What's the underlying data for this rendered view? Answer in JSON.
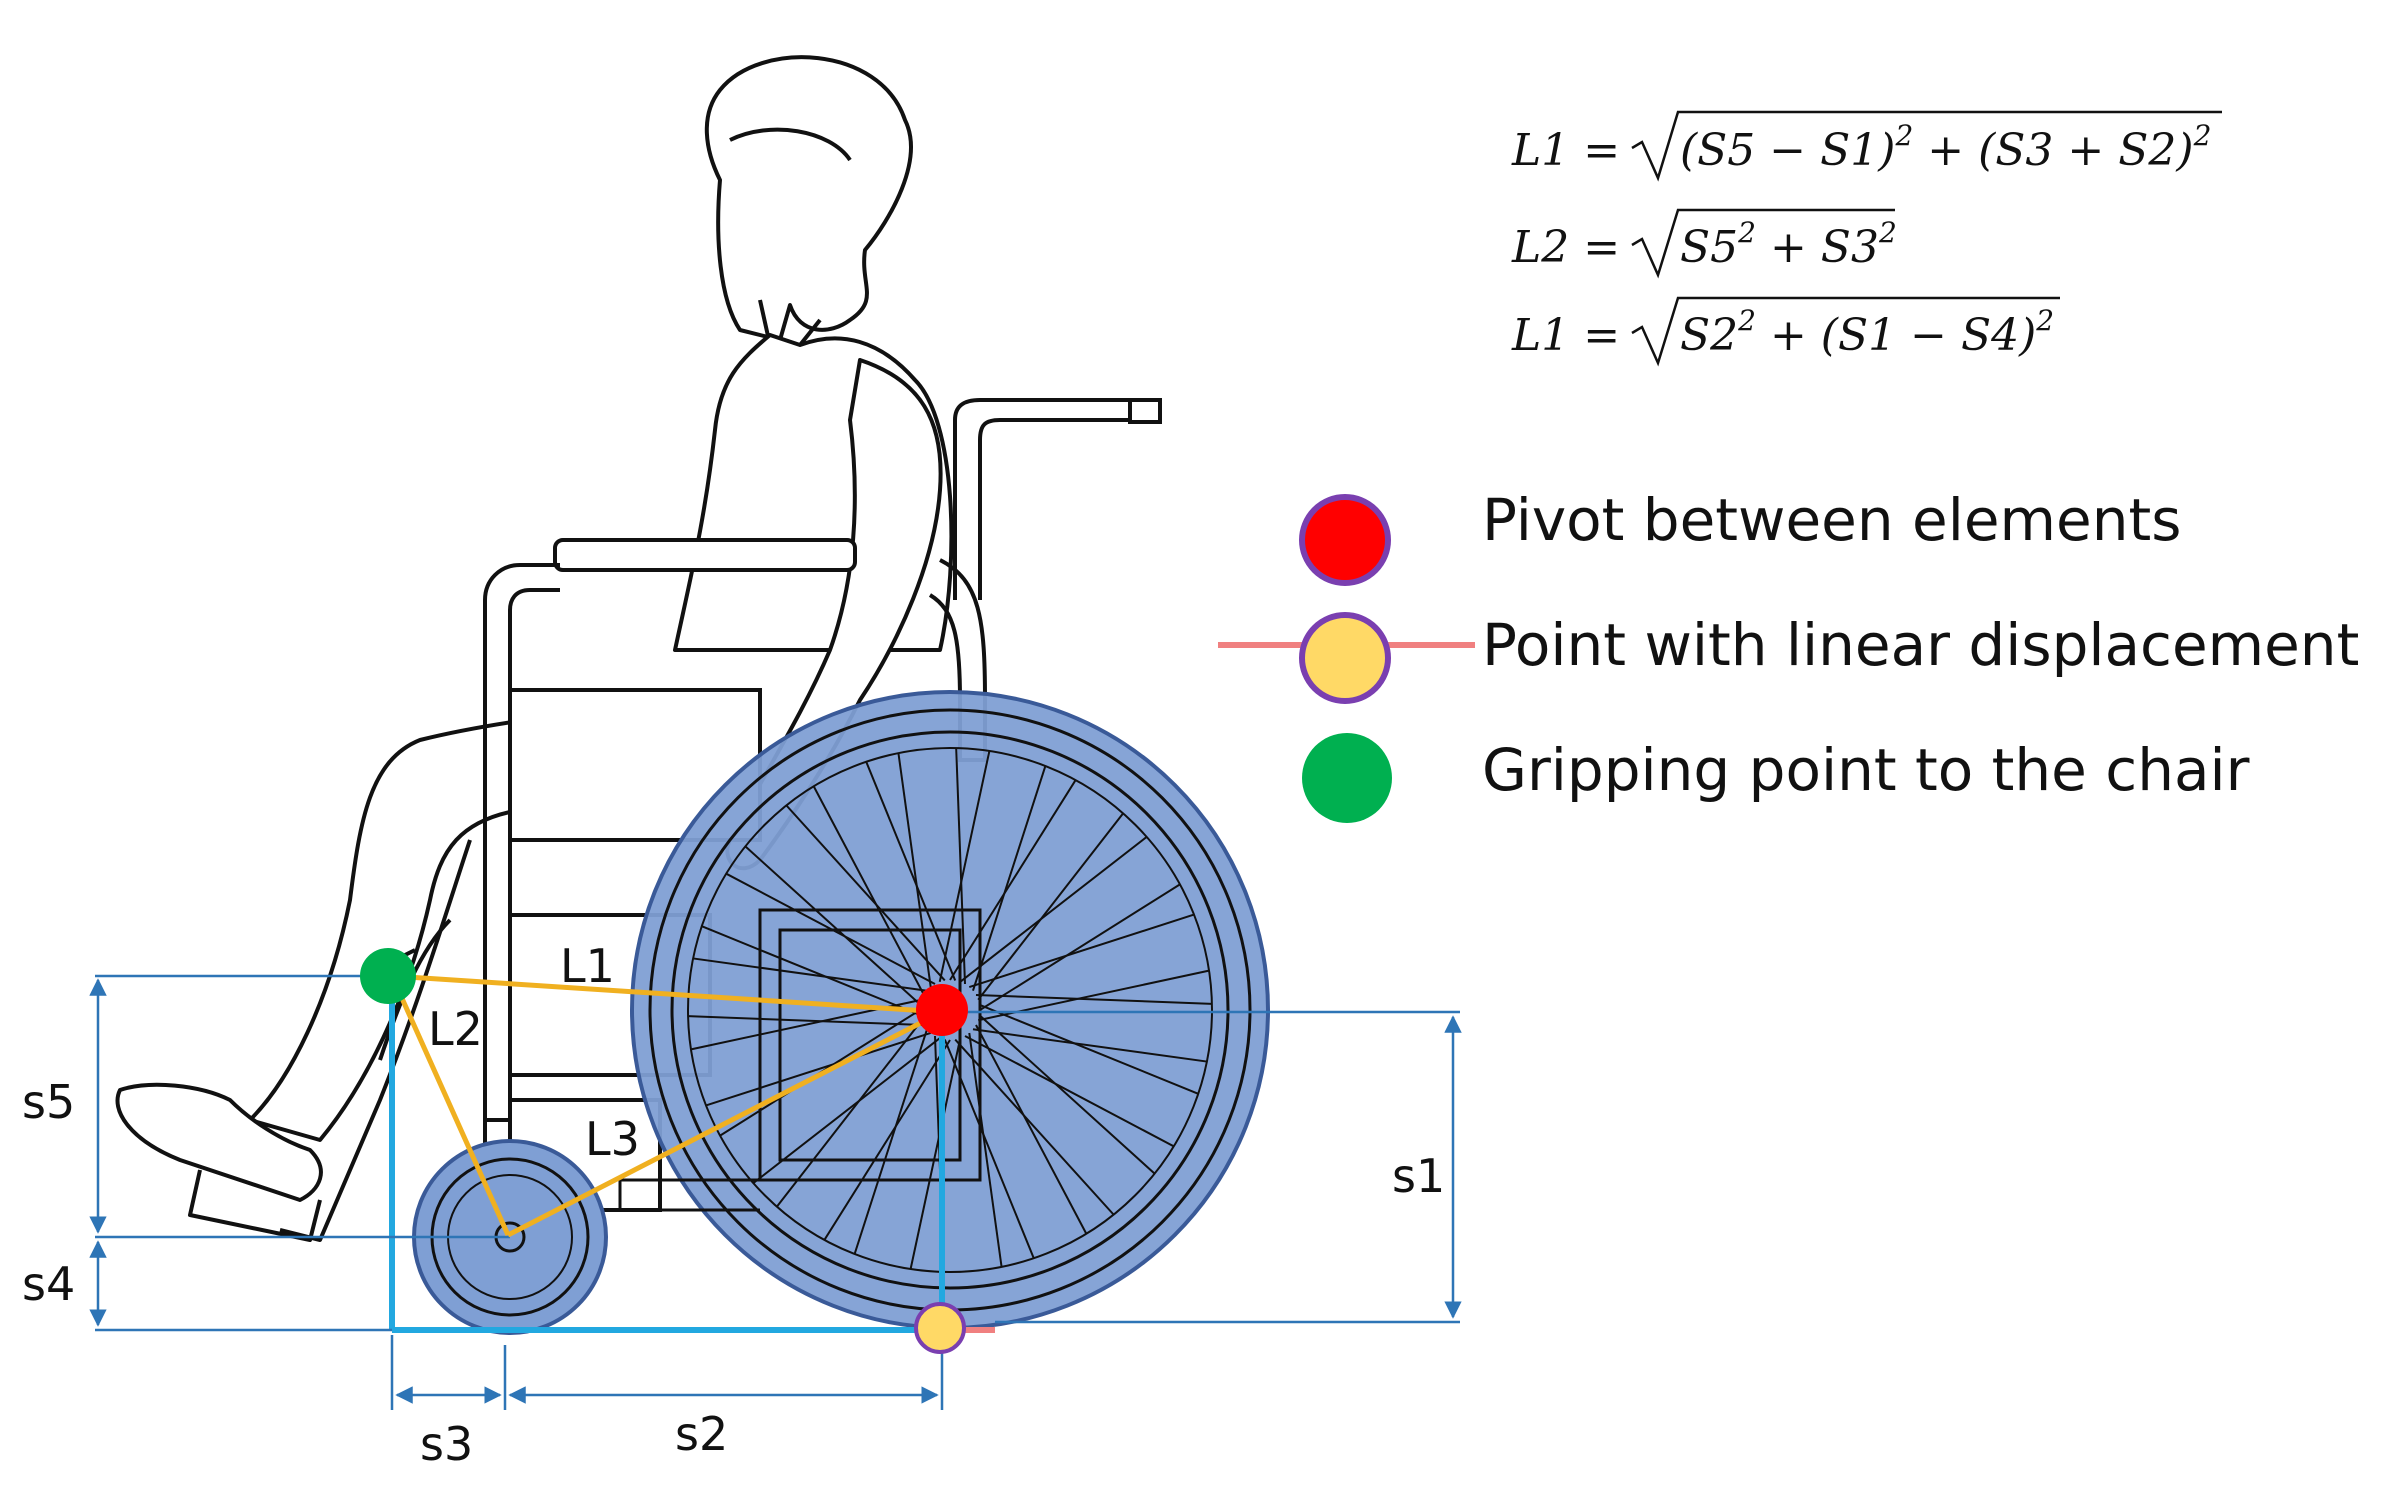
{
  "equations": {
    "eq1": {
      "lhs": "L1 =",
      "radicand": "(S5 − S1)",
      "sq_a": "2",
      "mid": " + (S3 + S2)",
      "sq_b": "2"
    },
    "eq2": {
      "lhs": "L2 =",
      "radicand": "S5",
      "sq_a": "2",
      "mid": " + S3",
      "sq_b": "2"
    },
    "eq3": {
      "lhs": "L1 =",
      "radicand": "S2",
      "sq_a": "2",
      "mid": " + (S1 − S4)",
      "sq_b": "2"
    }
  },
  "legend": {
    "pivot": "Pivot between elements",
    "linear": "Point with linear displacement",
    "grip": "Gripping point to the chair"
  },
  "links": {
    "l1": "L1",
    "l2": "L2",
    "l3": "L3"
  },
  "dimensions": {
    "s1": "s1",
    "s2": "s2",
    "s3": "s3",
    "s4": "s4",
    "s5": "s5"
  },
  "colors": {
    "pivot": "#ff0000",
    "pivot_ring": "#7a3fb0",
    "linear_fill": "#ffd966",
    "linear_line": "#f08080",
    "grip": "#00b050",
    "link": "#f0b020",
    "ground": "#22a8e0",
    "dimension": "#2e75b6",
    "wheel_fill": "#7f9fd4"
  }
}
